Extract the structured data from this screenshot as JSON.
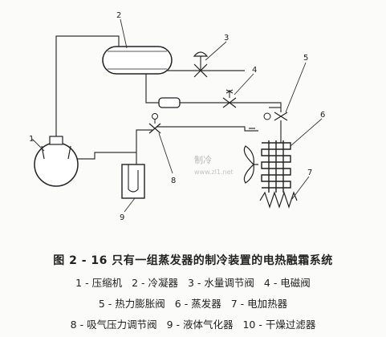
{
  "diagram": {
    "part_numbers": [
      "1",
      "2",
      "3",
      "4",
      "5",
      "6",
      "7",
      "8",
      "9"
    ],
    "watermark": "制冷",
    "watermark_url": "www.zl1.net"
  },
  "caption": "图 2 - 16 只有一组蒸发器的制冷装置的电热融霜系统",
  "legend": [
    [
      "1 - 压缩机",
      "2 - 冷凝器",
      "3 - 水量调节阀",
      "4 - 电磁阀"
    ],
    [
      "5 - 热力膨胀阀",
      "6 - 蒸发器",
      "7 - 电加热器"
    ],
    [
      "8 - 吸气压力调节阀",
      "9 - 液体气化器",
      "10 - 干燥过滤器"
    ]
  ]
}
